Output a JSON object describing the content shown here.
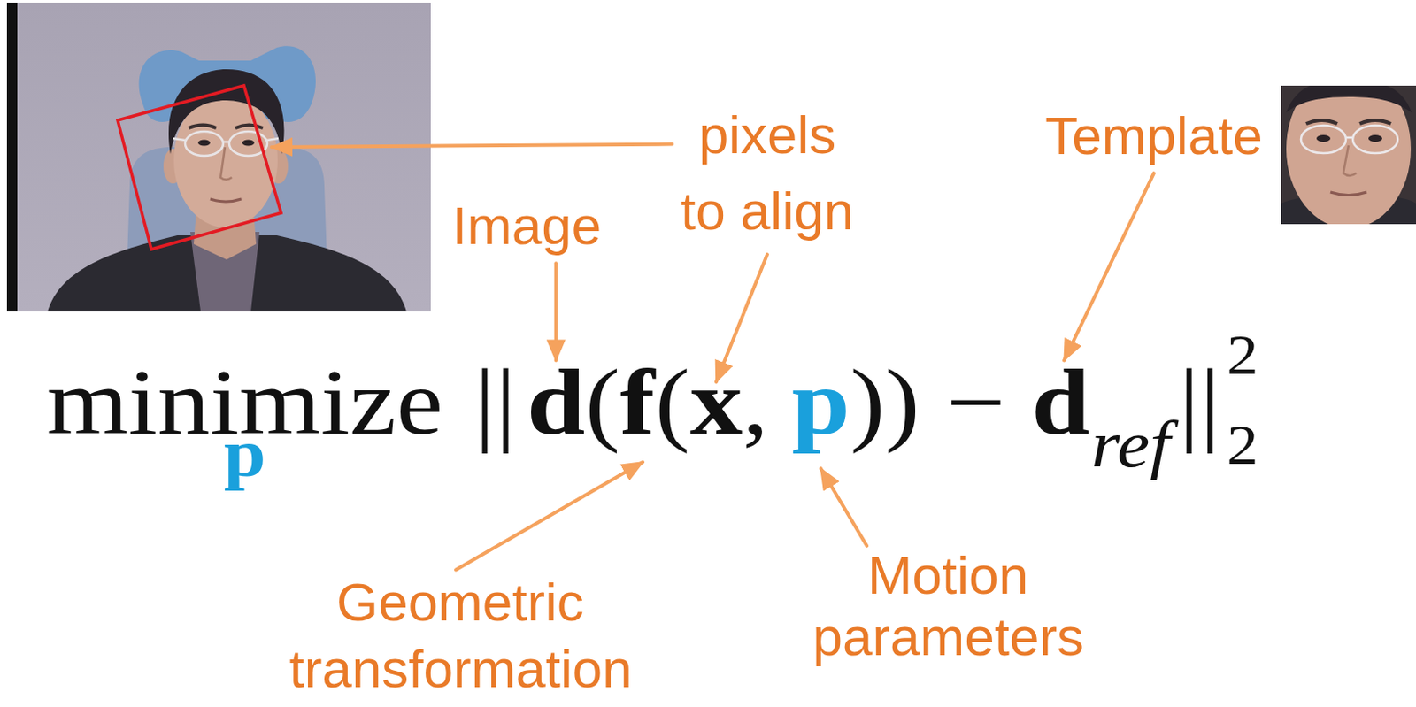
{
  "diagram": {
    "labels": [
      "pixels to align",
      "Template",
      "Image",
      "minimize",
      "p",
      "||",
      "d",
      "(",
      "f",
      "(",
      "x",
      ",",
      "p",
      ")",
      ")",
      "−",
      "d",
      "ref",
      "||",
      "2",
      "2",
      "Geometric transformation",
      "Motion parameters"
    ]
  }
}
